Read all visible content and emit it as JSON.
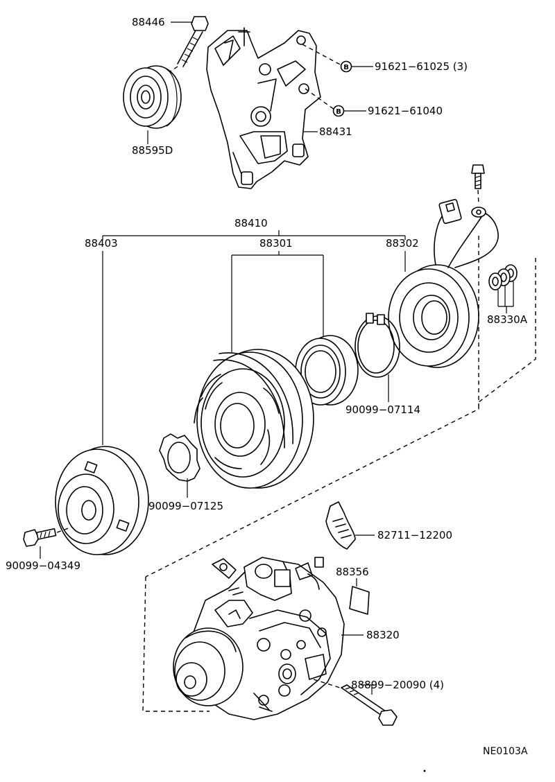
{
  "labels": {
    "p88446": "88446",
    "p91621_61025": "91621−61025 (3)",
    "p91621_61040": "91621−61040",
    "p88431": "88431",
    "p88595d": "88595D",
    "p88410": "88410",
    "p88403": "88403",
    "p88301": "88301",
    "p88302": "88302",
    "p88330a": "88330A",
    "p90099_07114": "90099−07114",
    "p90099_07125": "90099−07125",
    "p82711_12200": "82711−12200",
    "p90099_04349": "90099−04349",
    "p88356": "88356",
    "p88320": "88320",
    "p88899_20090": "88899−20090 (4)",
    "drawing_code": "NE0103A"
  },
  "markers": {
    "b": "B"
  }
}
